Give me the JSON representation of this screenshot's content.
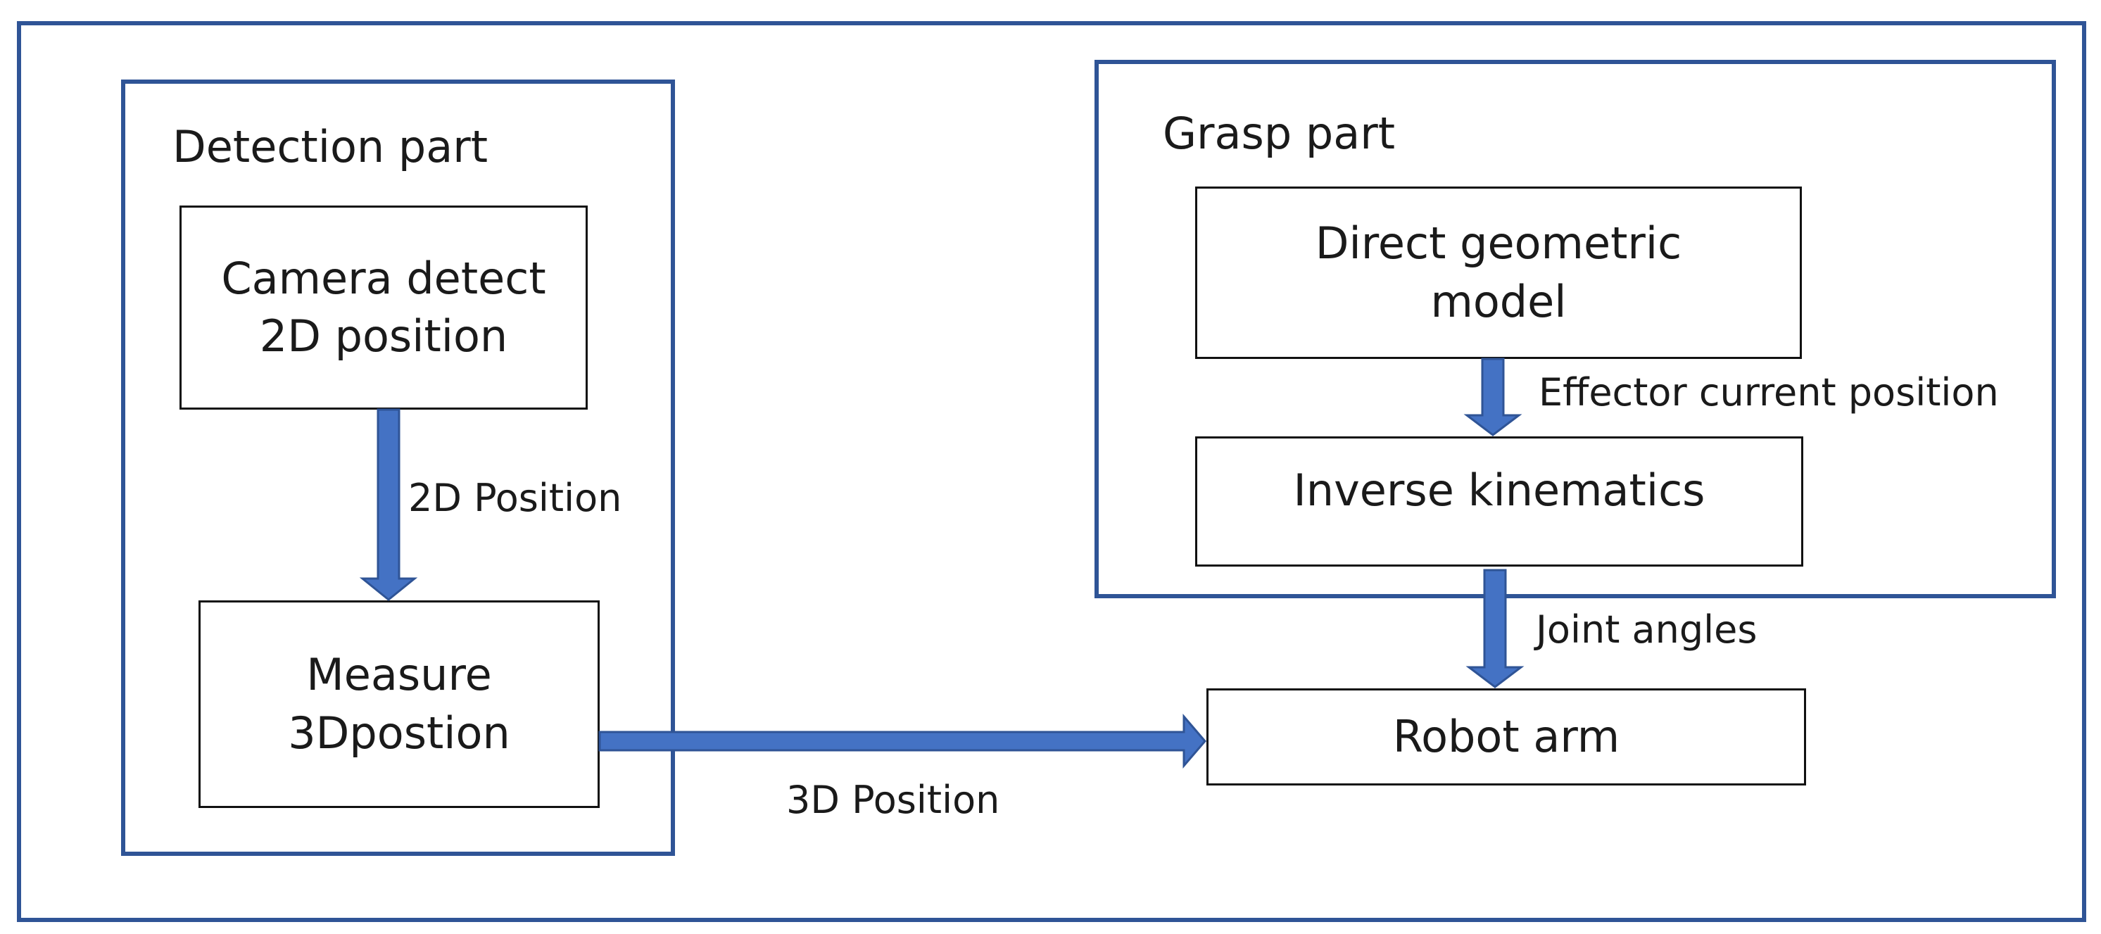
{
  "colors": {
    "frame": "#2f5496",
    "arrow": "#4472c4",
    "arrow_edge": "#2f5496",
    "box_border": "#111111",
    "text": "#1a1a1a"
  },
  "diagram": {
    "detection_part": {
      "title": "Detection part",
      "camera_box": {
        "line1": "Camera detect",
        "line2": "2D position"
      },
      "measure_box": {
        "line1": "Measure",
        "line2": "3Dpostion"
      }
    },
    "grasp_part": {
      "title": "Grasp part",
      "dgm_box": {
        "line1": "Direct geometric",
        "line2": "model"
      },
      "ik_box": {
        "label": "Inverse kinematics"
      }
    },
    "robot_box": {
      "label": "Robot arm"
    },
    "edge_labels": {
      "pos_2d": "2D Position",
      "pos_3d": "3D Position",
      "effector": "Effector current position",
      "joint_angles": "Joint angles"
    }
  }
}
